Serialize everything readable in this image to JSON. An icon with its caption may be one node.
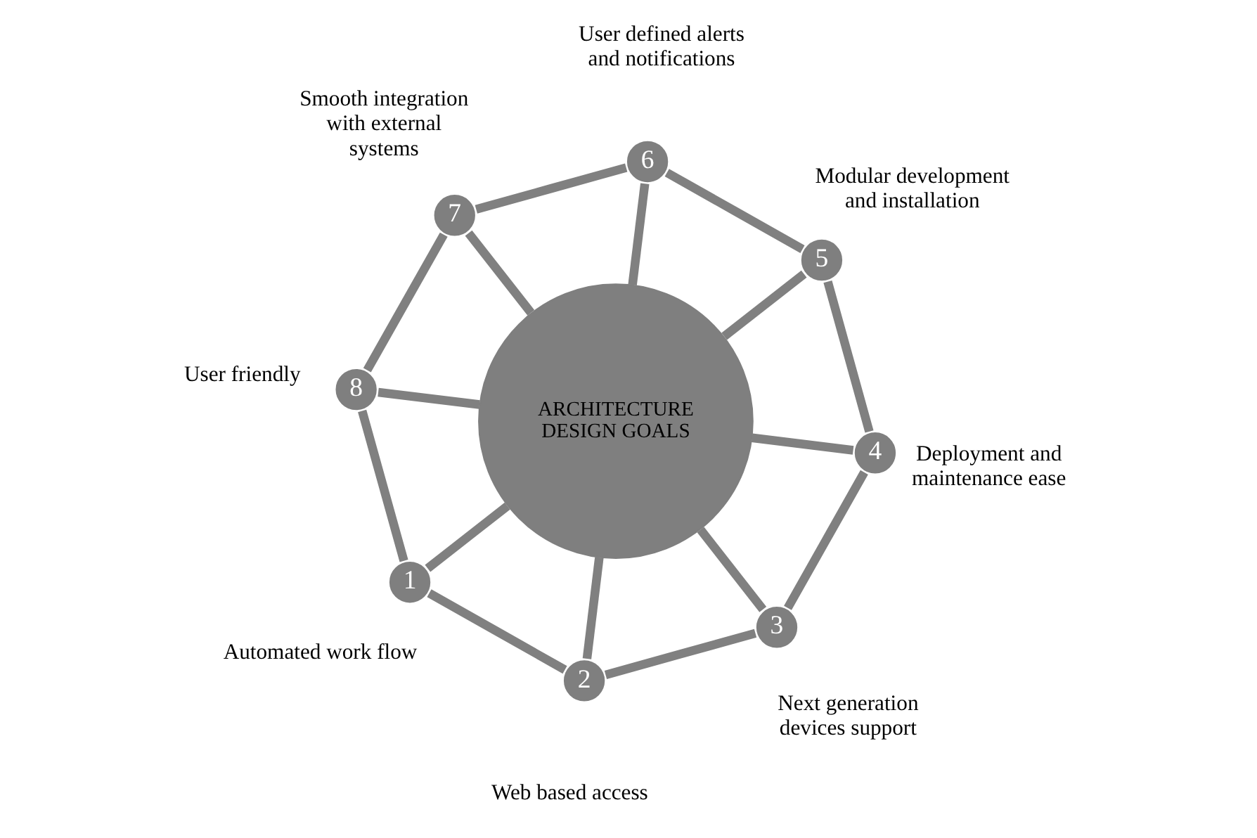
{
  "diagram": {
    "nodes": [
      {
        "text": [
          "ARCHITECTURE DESIGN GOALS"
        ]
      },
      {
        "text": [
          "1"
        ],
        "beside": [
          "Automated work flow"
        ]
      },
      {
        "text": [
          "2"
        ],
        "beside": [
          "Web based access"
        ]
      },
      {
        "text": [
          "3"
        ],
        "beside": [
          "Next generation devices support"
        ]
      },
      {
        "text": [
          "4"
        ],
        "beside": [
          "Deployment and maintenance ease"
        ]
      },
      {
        "text": [
          "5"
        ],
        "beside": [
          "Modular development and installation"
        ]
      },
      {
        "text": [
          "6"
        ],
        "beside": [
          "User defined alerts and notifications"
        ]
      },
      {
        "text": [
          "7"
        ],
        "beside": [
          "Smooth integration with external systems"
        ]
      },
      {
        "text": [
          "8"
        ],
        "beside": [
          "User friendly"
        ]
      }
    ],
    "edges": [
      {
        "from": 0,
        "to": 1,
        "arrow": "none"
      },
      {
        "from": 0,
        "to": 2,
        "arrow": "none"
      },
      {
        "from": 0,
        "to": 3,
        "arrow": "none"
      },
      {
        "from": 0,
        "to": 4,
        "arrow": "none"
      },
      {
        "from": 0,
        "to": 5,
        "arrow": "none"
      },
      {
        "from": 0,
        "to": 6,
        "arrow": "none"
      },
      {
        "from": 0,
        "to": 7,
        "arrow": "none"
      },
      {
        "from": 0,
        "to": 8,
        "arrow": "none"
      },
      {
        "from": 1,
        "to": 2,
        "arrow": "none"
      },
      {
        "from": 2,
        "to": 3,
        "arrow": "none"
      },
      {
        "from": 3,
        "to": 4,
        "arrow": "none"
      },
      {
        "from": 4,
        "to": 5,
        "arrow": "none"
      },
      {
        "from": 5,
        "to": 6,
        "arrow": "none"
      },
      {
        "from": 6,
        "to": 7,
        "arrow": "none"
      },
      {
        "from": 7,
        "to": 8,
        "arrow": "none"
      },
      {
        "from": 8,
        "to": 1,
        "arrow": "none"
      }
    ]
  }
}
